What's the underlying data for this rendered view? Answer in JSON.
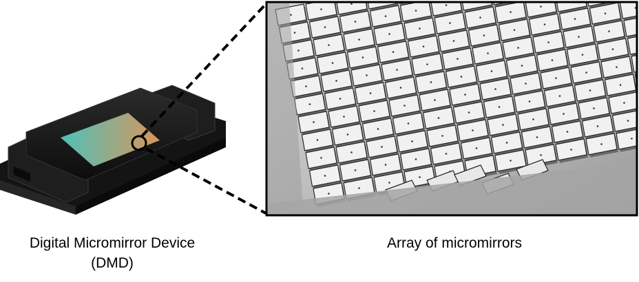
{
  "captions": {
    "dmd_line1": "Digital Micromirror Device",
    "dmd_line2": "(DMD)",
    "array": "Array of micromirrors"
  },
  "colors": {
    "package": "#1b1b1b",
    "package_edge": "#3a3a3a",
    "chip_window_left": "#4fc1b8",
    "chip_window_right": "#d9955b",
    "sem_background": "#aeaeae",
    "mirror_face": "#f1f1f1",
    "mirror_gap": "#2a2a2a",
    "frame": "#000000"
  },
  "icons": {
    "zoom_indicator": "circle-marker",
    "zoom_lines": "dashed-leader-lines"
  }
}
